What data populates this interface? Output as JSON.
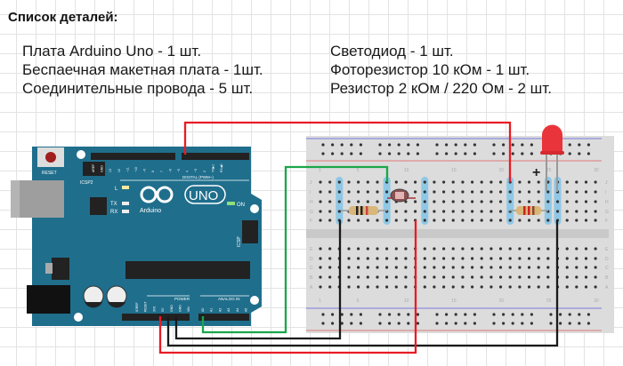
{
  "title": "Список деталей:",
  "parts_left": [
    "Плата Arduino Uno - 1 шт.",
    "Беспаечная макетная плата - 1шт.",
    "Соединительные провода - 5 шт."
  ],
  "parts_right": [
    "Светодиод - 1 шт.",
    "Фоторезистор 10 кОм - 1 шт.",
    "Резистор 2 кОм / 220 Ом - 2 шт."
  ],
  "board": {
    "reset": "RESET",
    "icsp2": "ICSP2",
    "led_l": "L",
    "tx": "TX",
    "rx": "RX",
    "brand": "Arduino",
    "model": "UNO",
    "on": "ON",
    "digital": "DIGITAL (PWM~)",
    "power": "POWER",
    "analog": "ANALOG IN",
    "icsp": "ICSP",
    "digital_pins": [
      "AREF",
      "GND",
      "13",
      "12",
      "~11",
      "~10",
      "~9",
      "8",
      "7",
      "~6",
      "~5",
      "4",
      "~3",
      "2",
      "TX▶1",
      "RX◀0"
    ],
    "power_pins": [
      "IOREF",
      "RESET",
      "3V3",
      "5V",
      "GND",
      "GND",
      "VIN"
    ],
    "analog_pins": [
      "A0",
      "A1",
      "A2",
      "A3",
      "A4",
      "A5"
    ]
  },
  "breadboard": {
    "rows_top": [
      "J",
      "I",
      "H",
      "G",
      "F"
    ],
    "rows_bottom": [
      "E",
      "D",
      "C",
      "B",
      "A"
    ],
    "column_numbers": [
      "1",
      "5",
      "10",
      "15",
      "20",
      "25",
      "30"
    ],
    "plus_label": "+"
  },
  "colors": {
    "board": "#1f6e8c",
    "wire_red": "#e81c24",
    "wire_green": "#1aa64a",
    "wire_black": "#1a1a1a",
    "led": "#e8343a",
    "highlight": "#8fc8e6"
  }
}
